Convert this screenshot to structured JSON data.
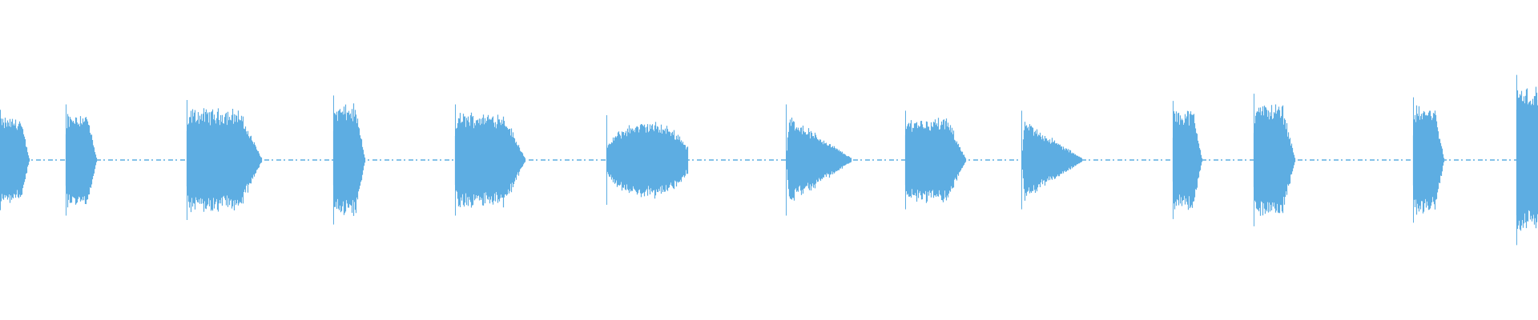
{
  "waveform": {
    "color": "#5dade2",
    "background": "#ffffff",
    "baseline_level": 0.02,
    "bursts": [
      {
        "shape": "flat-decay",
        "peak": 0.56
      },
      {
        "shape": "flat-decay",
        "peak": 0.62
      },
      {
        "shape": "flat-decay",
        "peak": 0.67
      },
      {
        "shape": "flat-decay",
        "peak": 0.72
      },
      {
        "shape": "flat-decay",
        "peak": 0.62
      },
      {
        "shape": "rounded",
        "peak": 0.5
      },
      {
        "shape": "triangle",
        "peak": 0.62
      },
      {
        "shape": "flat-decay",
        "peak": 0.55
      },
      {
        "shape": "triangle",
        "peak": 0.55
      },
      {
        "shape": "flat-decay",
        "peak": 0.66
      },
      {
        "shape": "flat-decay",
        "peak": 0.74
      },
      {
        "shape": "flat-decay",
        "peak": 0.7
      },
      {
        "shape": "flat",
        "peak": 0.95
      }
    ]
  }
}
